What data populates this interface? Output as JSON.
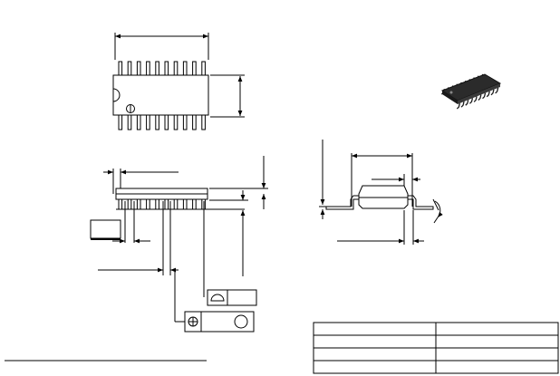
{
  "drawing": {
    "line_color": "#000000",
    "background": "#ffffff",
    "package_photo_fill": "#2b2b2b",
    "views": [
      {
        "name": "top-view",
        "pins_per_side": 10
      },
      {
        "name": "side-view",
        "pins_visible": 10
      },
      {
        "name": "end-view"
      },
      {
        "name": "package-photo",
        "pins_per_side": 10
      }
    ],
    "tolerance_frames": [
      {
        "name": "profile-tolerance-frame",
        "symbol": "semicircle-profile-icon"
      },
      {
        "name": "position-tolerance-frame",
        "symbol": "circle-cross-position-icon"
      }
    ],
    "dimension_table": {
      "columns": 2,
      "rows": 4
    }
  }
}
